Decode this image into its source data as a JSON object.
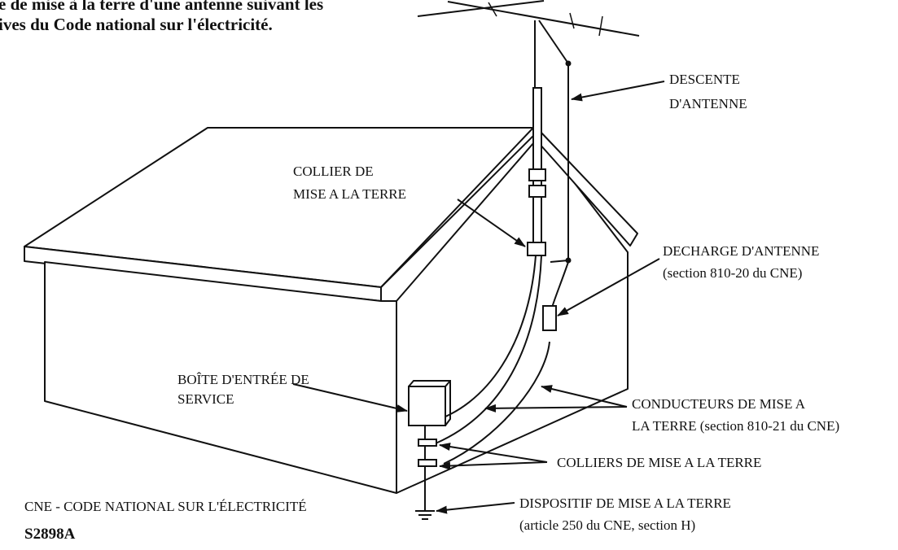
{
  "header": {
    "line1": "e de mise à la terre d'une antenne suivant les",
    "line2": "ives du Code national sur l'électricité."
  },
  "labels": {
    "descente_line1": "DESCENTE",
    "descente_line2": "D'ANTENNE",
    "collier_line1": "COLLIER DE",
    "collier_line2": "MISE A LA TERRE",
    "decharge_line1": "DECHARGE D'ANTENNE",
    "decharge_line2": "(section 810-20 du CNE)",
    "boite_line1": "BOÎTE D'ENTRÉE DE",
    "boite_line2": "SERVICE",
    "conducteurs_line1": "CONDUCTEURS DE MISE A",
    "conducteurs_line2": "LA TERRE (section 810-21 du CNE)",
    "colliers": "COLLIERS DE MISE A LA TERRE",
    "dispositif_line1": "DISPOSITIF DE MISE A LA TERRE",
    "dispositif_line2": "(article 250 du CNE, section H)",
    "cne": "CNE - CODE NATIONAL SUR L'ÉLECTRICITÉ"
  },
  "figure_code": "S2898A"
}
